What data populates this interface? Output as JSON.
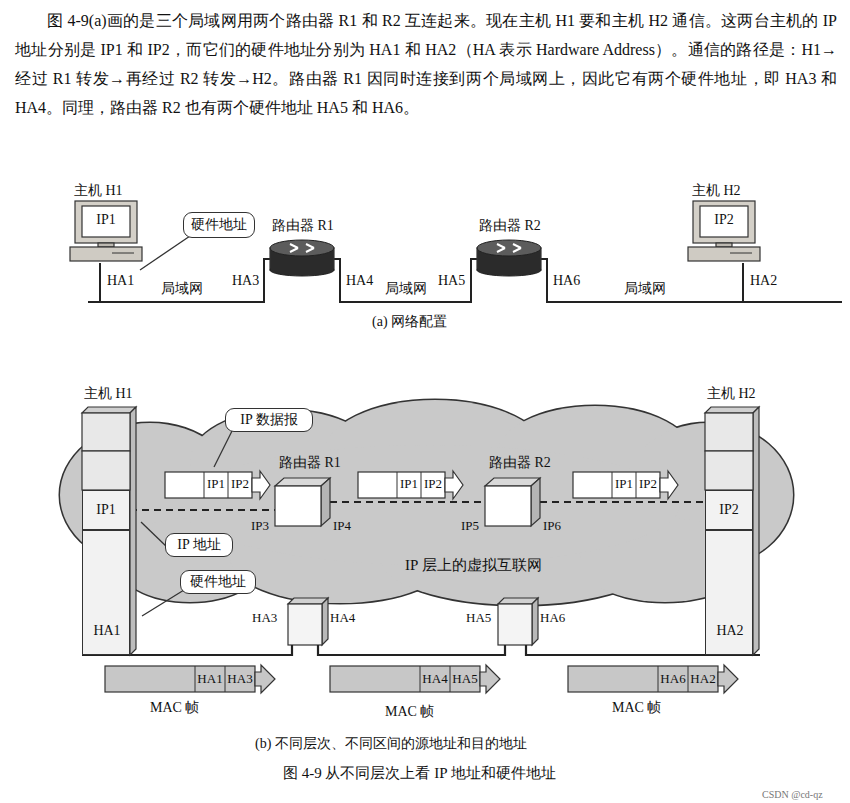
{
  "diagram": {
    "caption": "图 4-9 从不同层次上看 IP 地址和硬件地址",
    "nodes": [
      {
        "text": [
          "主机 H1",
          "IP1"
        ]
      },
      {
        "text": [
          "硬件地址"
        ]
      },
      {
        "text": [
          "路由器 R1"
        ]
      },
      {
        "text": [
          "路由器 R2"
        ]
      },
      {
        "text": [
          "主机 H2",
          "IP2"
        ]
      },
      {
        "text": [
          "主机 H1"
        ]
      },
      {
        "text": [
          "IP1"
        ],
        "in": 5
      },
      {
        "text": [
          "HA1"
        ],
        "in": 5
      },
      {
        "text": [
          "IP 数据报"
        ]
      },
      {
        "text": [
          "IP1",
          "IP2"
        ]
      },
      {
        "text": [
          "路由器 R1",
          "IP3",
          "IP4"
        ]
      },
      {
        "text": [
          "IP1",
          "IP2"
        ]
      },
      {
        "text": [
          "路由器 R2",
          "IP5",
          "IP6"
        ]
      },
      {
        "text": [
          "IP1",
          "IP2"
        ]
      },
      {
        "text": [
          "主机 H2"
        ]
      },
      {
        "text": [
          "IP2"
        ],
        "in": 14
      },
      {
        "text": [
          "HA2"
        ],
        "in": 14
      },
      {
        "text": [
          "IP 地址"
        ]
      },
      {
        "text": [
          "硬件地址"
        ]
      },
      {
        "text": [
          "HA1",
          "HA3"
        ]
      },
      {
        "text": [
          "HA4",
          "HA5"
        ]
      },
      {
        "text": [
          "HA6",
          "HA2"
        ]
      }
    ],
    "edges": [
      {
        "from": 0,
        "to": 2,
        "arrow": "none",
        "label": "局域网"
      },
      {
        "from": 2,
        "to": 3,
        "arrow": "none",
        "label": "局域网"
      },
      {
        "from": 3,
        "to": 4,
        "arrow": "none",
        "label": "局域网"
      },
      {
        "from": 6,
        "to": 10,
        "arrow": "none"
      },
      {
        "from": 10,
        "to": 12,
        "arrow": "none"
      },
      {
        "from": 12,
        "to": 15,
        "arrow": "none"
      }
    ],
    "labels": [
      "图 4-9(a)画的是三个局域网用两个路由器 R1 和 R2 互连起来。现在主机 H1 要和主机 H2 通信。这两台主机的 IP 地址分别是 IP1 和 IP2，而它们的硬件地址分别为 HA1 和 HA2（HA 表示 Hardware Address）。通信的路径是：H1→经过 R1 转发→再经过 R2 转发→H2。路由器 R1 因同时连接到两个局域网上，因此它有两个硬件地址，即 HA3 和 HA4。同理，路由器 R2 也有两个硬件地址 HA5 和 HA6。",
      "HA1",
      "HA3",
      "HA4",
      "HA5",
      "HA6",
      "HA2",
      "(a) 网络配置",
      "IP 层上的虚拟互联网",
      "HA3",
      "HA4",
      "HA5",
      "HA6",
      "MAC 帧",
      "MAC 帧",
      "MAC 帧",
      "(b) 不同层次、不同区间的源地址和目的地址",
      "CSDN @cd-qz"
    ]
  }
}
